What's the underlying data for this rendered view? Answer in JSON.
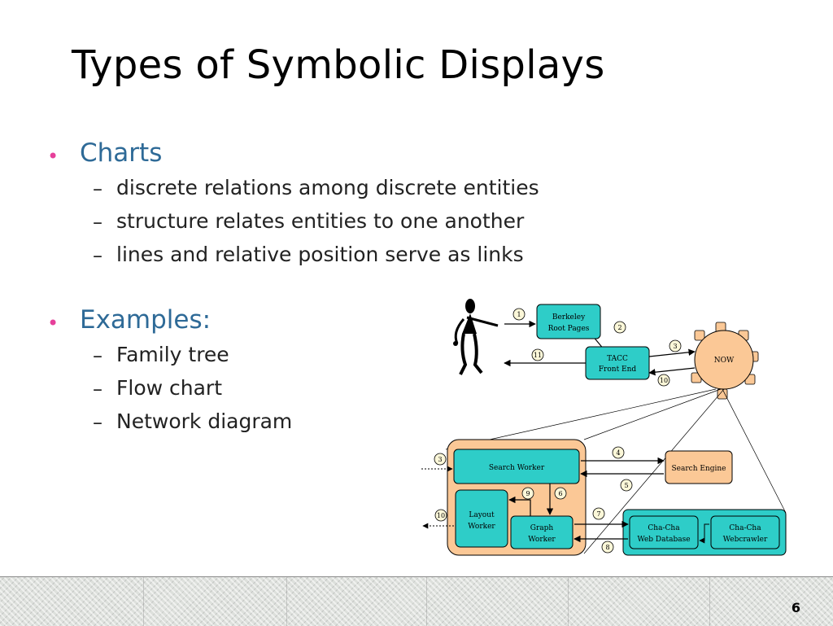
{
  "slide": {
    "title": "Types of Symbolic Displays",
    "bullet_glyph": "•",
    "dash_glyph": "–",
    "bullets": [
      {
        "label": "Charts",
        "subitems": [
          "discrete relations among discrete entities",
          "structure relates entities to one another",
          "lines and relative position serve as links"
        ]
      },
      {
        "label": "Examples:",
        "subitems": [
          "Family tree",
          "Flow chart",
          "Network diagram"
        ]
      }
    ],
    "page_number": "6"
  },
  "diagram": {
    "icons": [
      "stick-figure-pointing-icon"
    ],
    "colors": {
      "teal": "#2ecdc8",
      "peach": "#fbc896",
      "line": "#000000"
    },
    "nodes": {
      "berkeley_line1": "Berkeley",
      "berkeley_line2": "Root Pages",
      "tacc_line1": "TACC",
      "tacc_line2": "Front End",
      "now": "NOW",
      "search_worker": "Search Worker",
      "search_engine": "Search Engine",
      "layout_line1": "Layout",
      "layout_line2": "Worker",
      "graph_line1": "Graph",
      "graph_line2": "Worker",
      "chacha_db_line1": "Cha-Cha",
      "chacha_db_line2": "Web Database",
      "chacha_crawler_line1": "Cha-Cha",
      "chacha_crawler_line2": "Webcrawler"
    },
    "step_labels": [
      "1",
      "2",
      "3",
      "11",
      "10",
      "3",
      "4",
      "5",
      "9",
      "6",
      "10",
      "7",
      "8"
    ]
  }
}
